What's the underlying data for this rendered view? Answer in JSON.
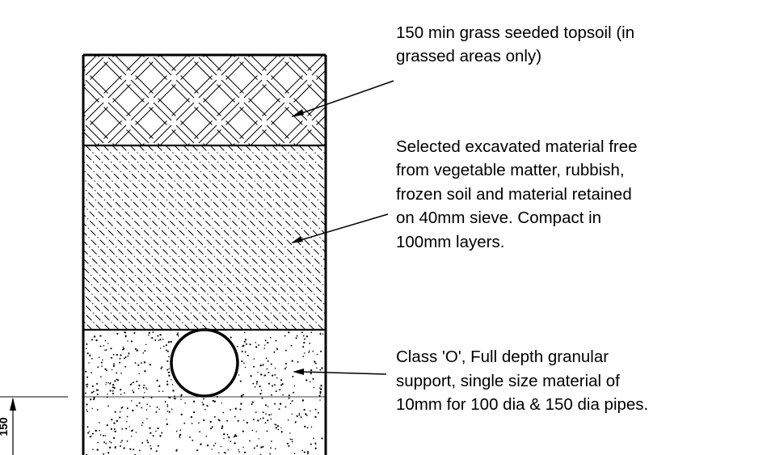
{
  "diagram": {
    "title": "",
    "dimension_label": "150",
    "layers": [
      {
        "id": "topsoil",
        "hatch": "basketweave",
        "callout_lines": [
          "150 min grass seeded topsoil (in",
          "grassed areas only)"
        ]
      },
      {
        "id": "backfill",
        "hatch": "diagonal-dashdot",
        "callout_lines": [
          "Selected excavated material free",
          "from vegetable matter, rubbish,",
          "frozen soil and material retained",
          "on 40mm sieve. Compact in",
          "100mm layers."
        ]
      },
      {
        "id": "granular-support",
        "hatch": "stipple",
        "callout_lines": [
          "Class 'O', Full depth granular",
          "support, single size material of",
          "10mm for 100 dia & 150 dia pipes."
        ]
      }
    ],
    "pipe": {
      "shape": "circle"
    },
    "colors": {
      "line": "#000000",
      "background": "#ffffff"
    }
  }
}
